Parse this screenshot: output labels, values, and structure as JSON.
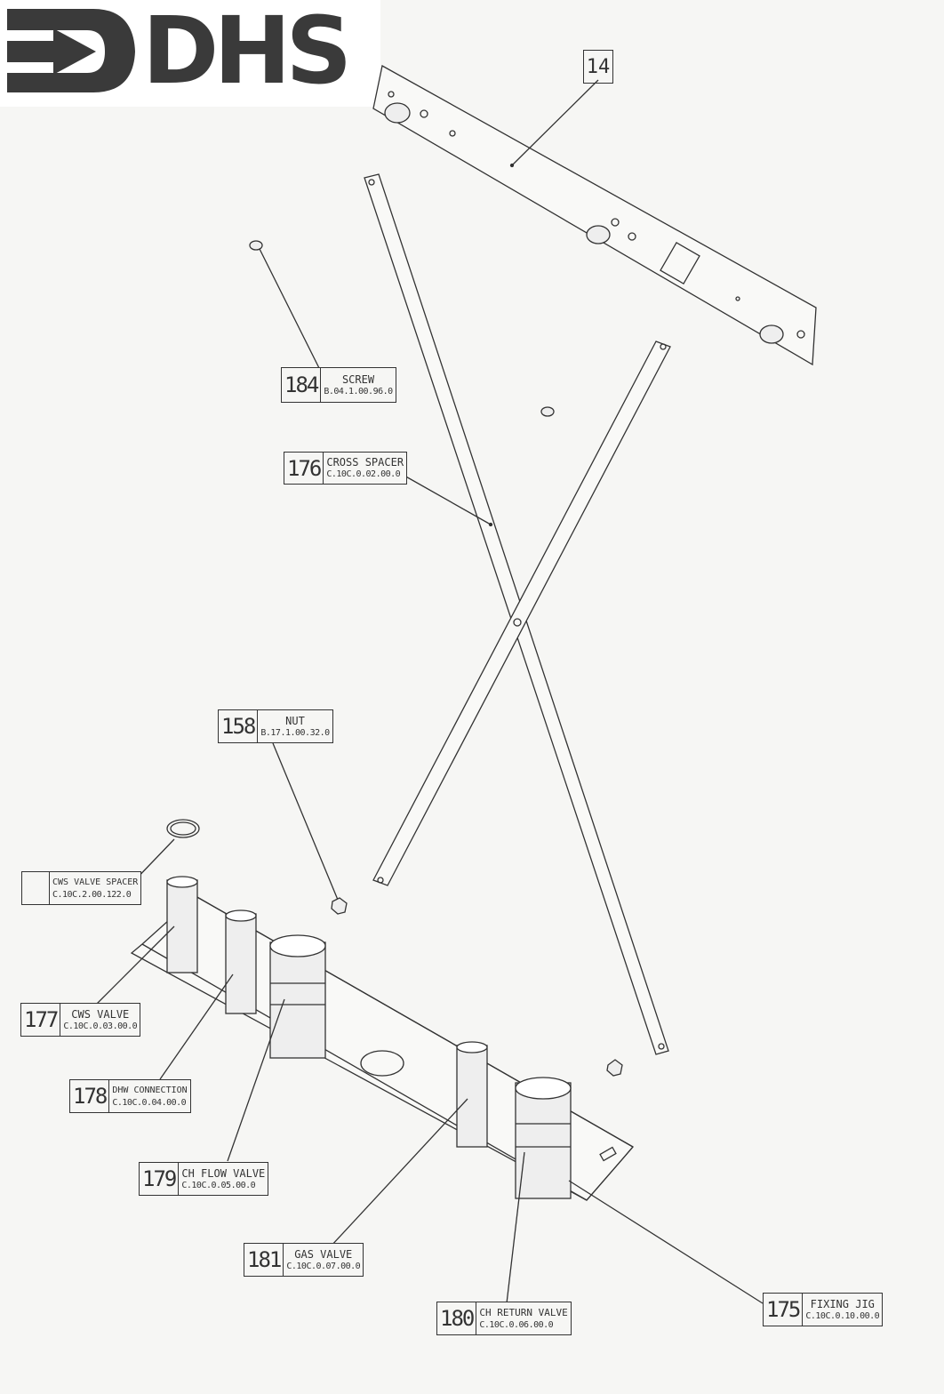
{
  "logo": {
    "text": "DHS",
    "color": "#3a3a3a"
  },
  "reference": {
    "number": "14"
  },
  "callouts": [
    {
      "id": "184",
      "name": "SCREW",
      "code": "B.04.1.00.96.0"
    },
    {
      "id": "176",
      "name": "CROSS SPACER",
      "code": "C.10C.0.02.00.0"
    },
    {
      "id": "158",
      "name": "NUT",
      "code": "B.17.1.00.32.0"
    },
    {
      "id": "",
      "name": "CWS VALVE SPACER",
      "code": "C.10C.2.00.122.0"
    },
    {
      "id": "177",
      "name": "CWS VALVE",
      "code": "C.10C.0.03.00.0"
    },
    {
      "id": "178",
      "name": "DHW CONNECTION",
      "code": "C.10C.0.04.00.0"
    },
    {
      "id": "179",
      "name": "CH FLOW VALVE",
      "code": "C.10C.0.05.00.0"
    },
    {
      "id": "181",
      "name": "GAS VALVE",
      "code": "C.10C.0.07.00.0"
    },
    {
      "id": "180",
      "name": "CH RETURN VALVE",
      "code": "C.10C.0.06.00.0"
    },
    {
      "id": "175",
      "name": "FIXING JIG",
      "code": "C.10C.0.10.00.0"
    }
  ]
}
